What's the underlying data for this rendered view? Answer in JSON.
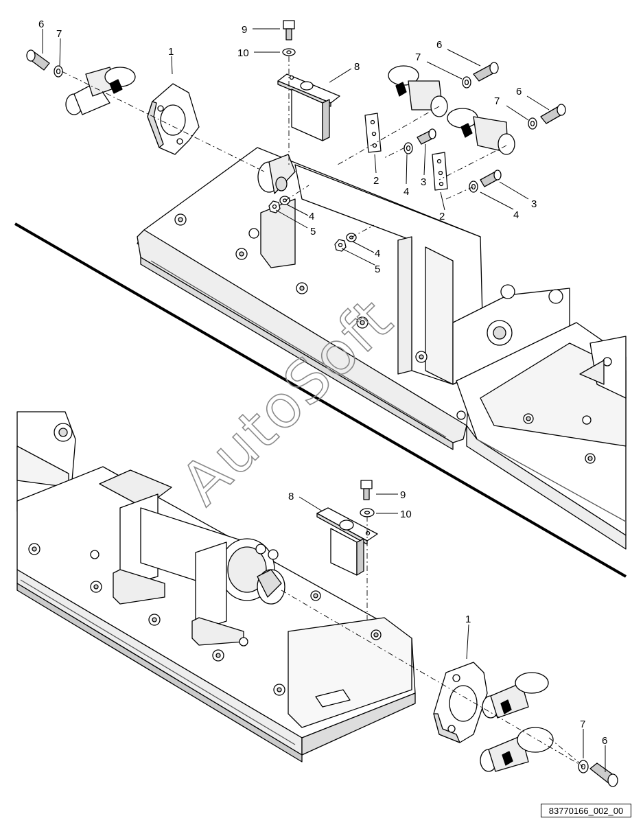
{
  "diagram": {
    "watermark": "AutoSoft",
    "reference_number": "83770166_002_00",
    "top_assembly_callouts": [
      "6",
      "7",
      "1",
      "9",
      "10",
      "8",
      "6",
      "7",
      "6",
      "7",
      "2",
      "4",
      "3",
      "3",
      "2",
      "4",
      "4",
      "5",
      "4",
      "5"
    ],
    "bottom_assembly_callouts": [
      "8",
      "9",
      "10",
      "1",
      "7",
      "6"
    ]
  }
}
